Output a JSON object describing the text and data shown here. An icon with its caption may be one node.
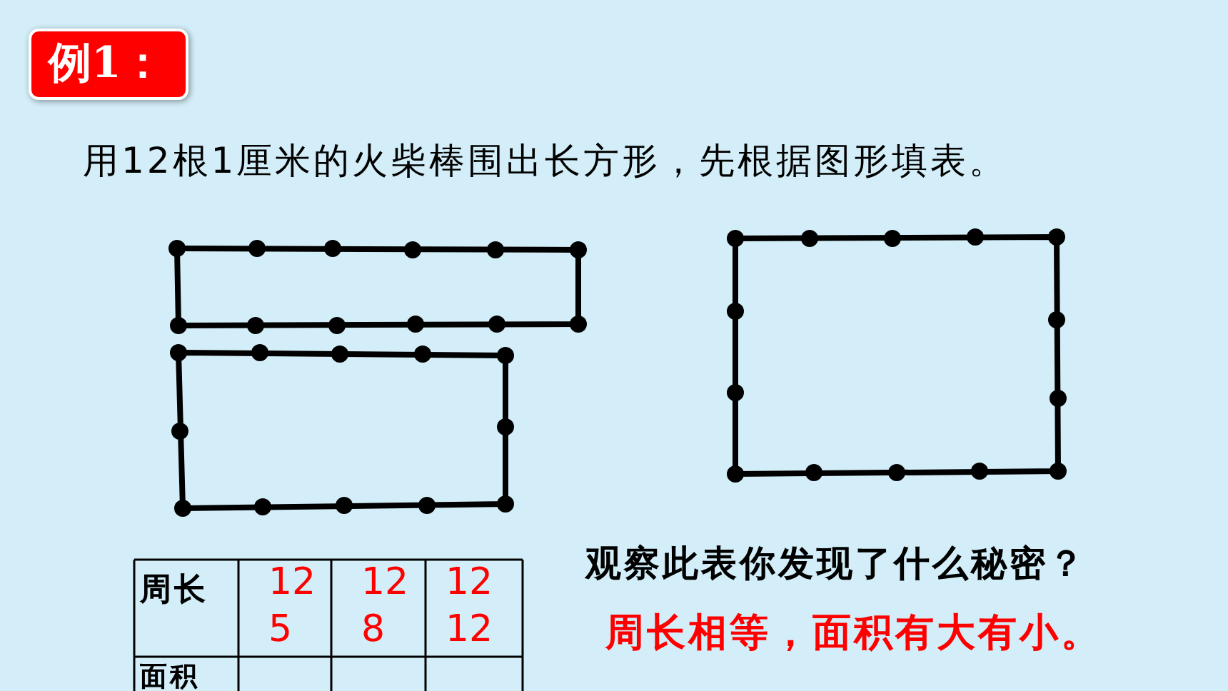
{
  "diagram": {
    "title": "例1：",
    "labels": [
      "用12根1厘米的火柴棒围出长方形，先根据图形填表。",
      "周长",
      "12 5",
      "12 8",
      "12 12",
      "面积",
      "观察此表你发现了什么秘密？",
      "周长相等，面积有大有小。"
    ]
  }
}
